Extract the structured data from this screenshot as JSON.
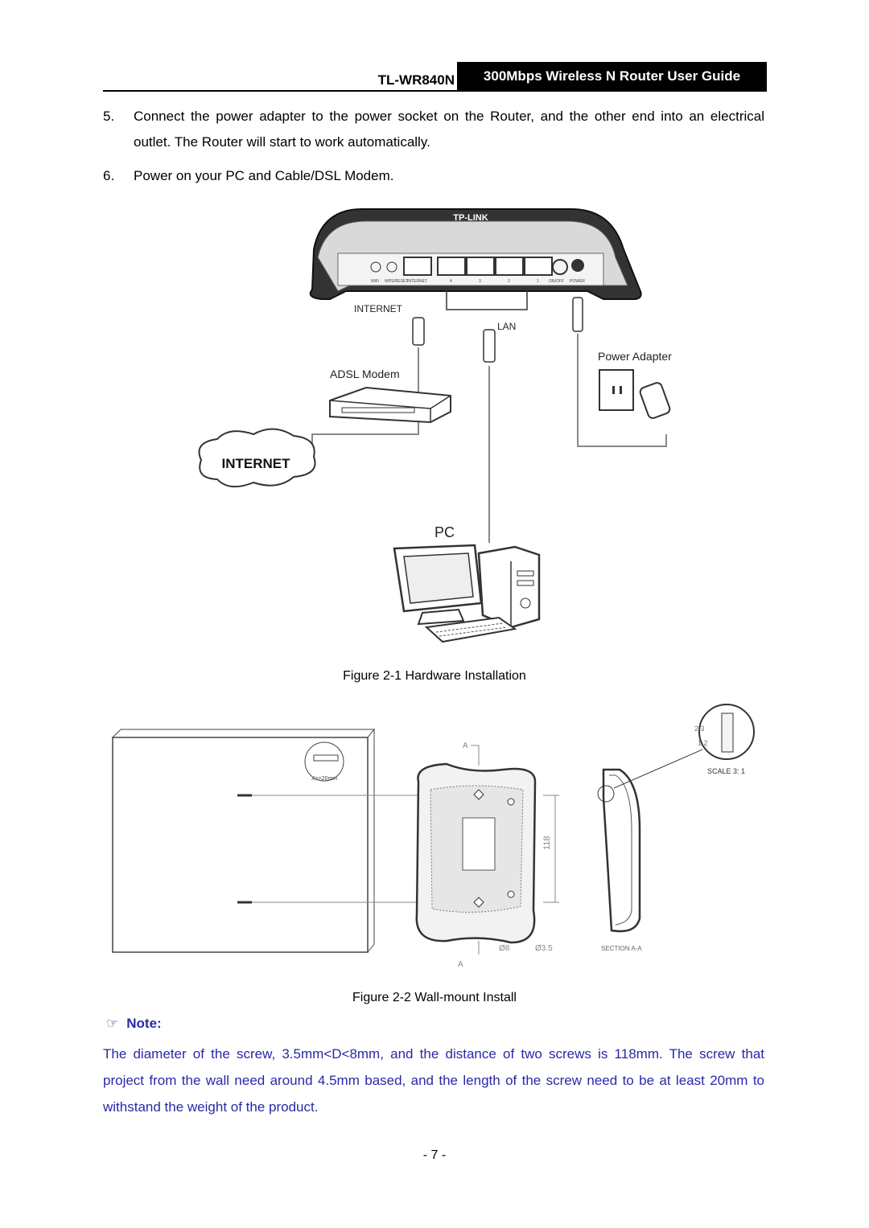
{
  "header": {
    "model": "TL-WR840N",
    "guide": "300Mbps Wireless N Router User Guide"
  },
  "steps": [
    {
      "num": "5.",
      "text": "Connect the power adapter to the power socket on the Router, and the other end into an electrical outlet. The Router will start to work automatically."
    },
    {
      "num": "6.",
      "text": "Power on your PC and Cable/DSL Modem."
    }
  ],
  "figure1": {
    "brand": "TP-LINK",
    "ports": [
      "WiFi",
      "WPS/RESET",
      "INTERNET",
      "4",
      "3",
      "2",
      "1",
      "ON/OFF",
      "POWER"
    ],
    "labels": {
      "internet": "INTERNET",
      "lan": "LAN",
      "power_adapter": "Power Adapter",
      "modem": "ADSL Modem",
      "cloud": "INTERNET",
      "pc": "PC"
    },
    "caption": "Figure 2-1    Hardware Installation"
  },
  "figure2": {
    "screw_note": "X>=20mm",
    "section_mark": "A",
    "distance": "118",
    "dia_large": "Ø8",
    "dia_small": "Ø3.5",
    "section_label": "SECTION A-A",
    "scale_label": "SCALE   3: 1",
    "detail_dims": [
      "2.3",
      "1.2"
    ],
    "caption": "Figure 2-2 Wall-mount Install"
  },
  "note": {
    "title": "Note:",
    "icon": "pointing-hand-icon",
    "body": "The diameter of the screw, 3.5mm<D<8mm, and the distance of two screws is 118mm. The screw that project from the wall need around 4.5mm based, and the length of the screw need to be at least 20mm to withstand the weight of the product."
  },
  "page_number": "- 7 -"
}
